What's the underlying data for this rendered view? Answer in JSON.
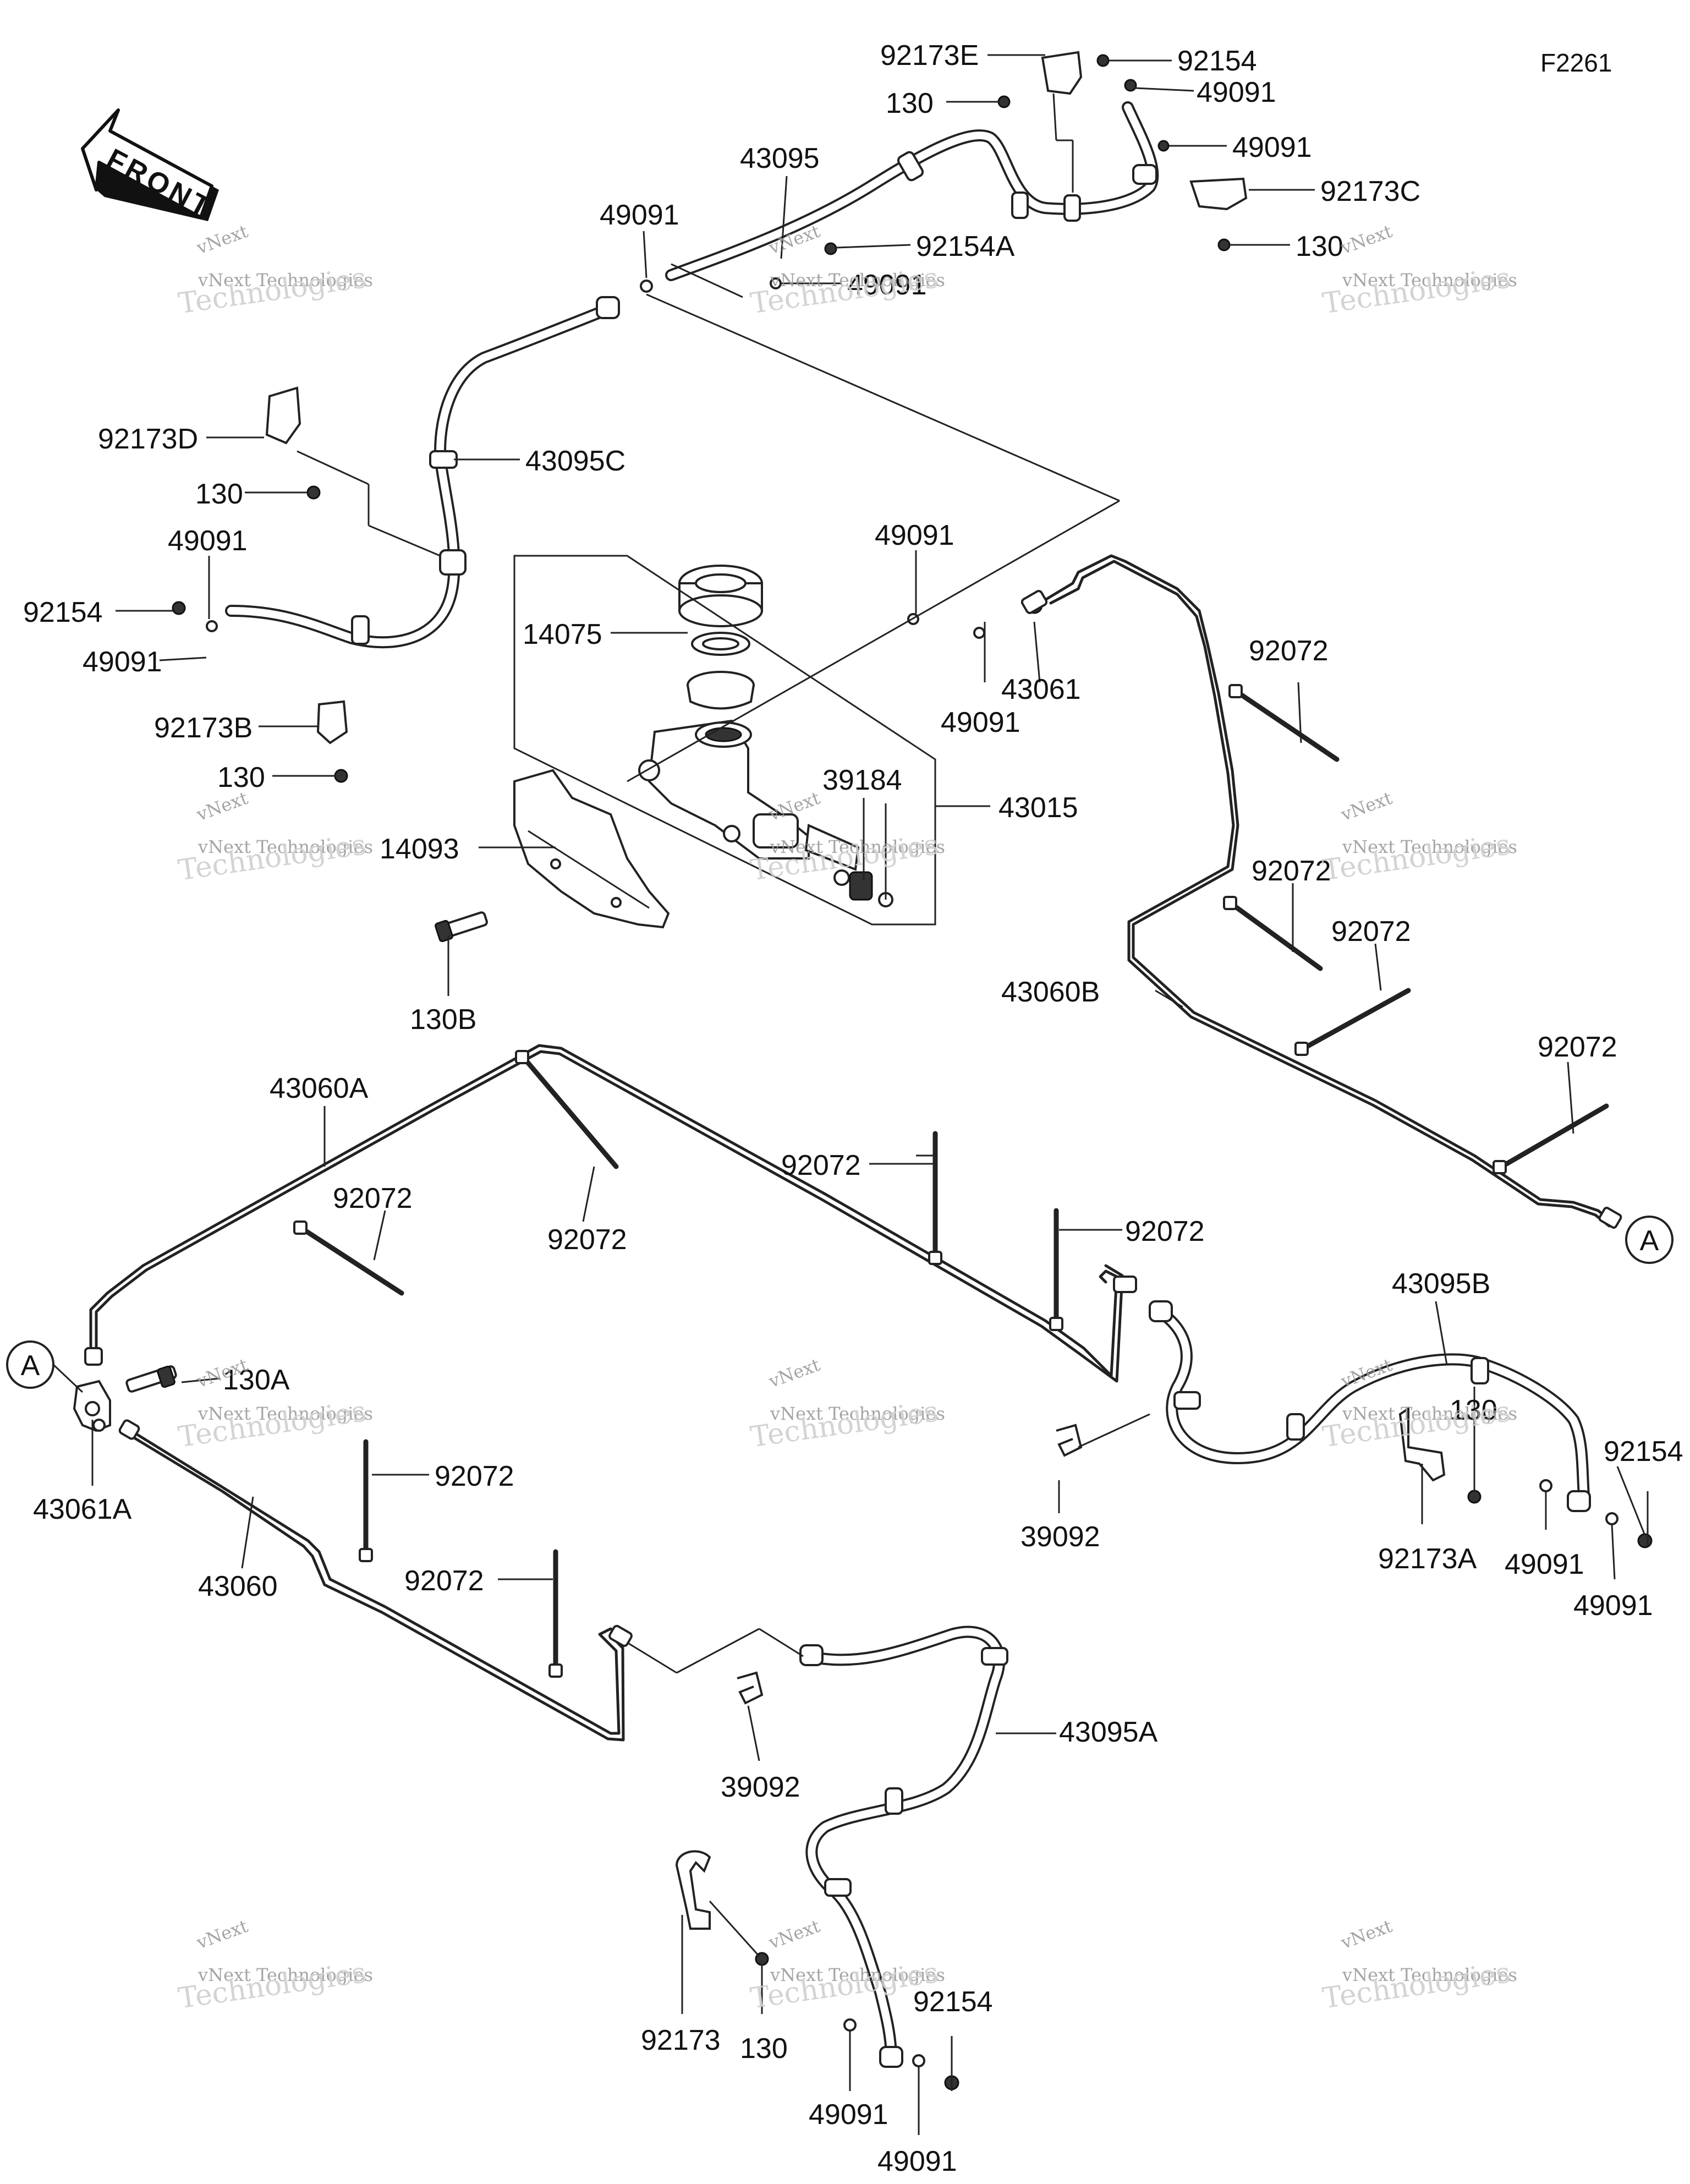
{
  "figure_code": "F2261",
  "front_arrow_label": "FRONT",
  "watermark": {
    "name_small": "vNext Technologies",
    "name_top": "vNext",
    "name_big": "Technologies"
  },
  "callouts": {
    "p92173E": "92173E",
    "p130_top": "130",
    "p92154_top": "92154",
    "p49091_tr1": "49091",
    "p49091_tr2": "49091",
    "p92173C": "92173C",
    "p130_tr": "130",
    "p43095": "43095",
    "p49091_tl": "49091",
    "p92154A": "92154A",
    "p49091_mid": "49091",
    "p92173D": "92173D",
    "p43095C": "43095C",
    "p130_d": "130",
    "p49091_l1": "49091",
    "p92154_l": "92154",
    "p49091_l2": "49091",
    "p92173B": "92173B",
    "p130_b": "130",
    "p14075": "14075",
    "p49091_c": "49091",
    "p49091_c2": "49091",
    "p43061": "43061",
    "p92072_r1": "92072",
    "p39184": "39184",
    "p43015": "43015",
    "p14093": "14093",
    "p130B": "130B",
    "p92072_r2": "92072",
    "p92072_r3": "92072",
    "p43060B": "43060B",
    "p92072_r4": "92072",
    "p43060A": "43060A",
    "p92072_m1": "92072",
    "p92072_m2": "92072",
    "p92072_m3": "92072",
    "p92072_m4": "92072",
    "ref_A_right": "A",
    "ref_A_left": "A",
    "p130A": "130A",
    "p43061A": "43061A",
    "p43060": "43060",
    "p92072_l1": "92072",
    "p92072_l2": "92072",
    "p43095B": "43095B",
    "p130_rb": "130",
    "p92154_rb": "92154",
    "p39092_r": "39092",
    "p92173A": "92173A",
    "p49091_rb1": "49091",
    "p49091_rb2": "49091",
    "p39092_b": "39092",
    "p43095A": "43095A",
    "p92173": "92173",
    "p130_bb": "130",
    "p92154_bb": "92154",
    "p49091_bb1": "49091",
    "p49091_bb2": "49091"
  }
}
